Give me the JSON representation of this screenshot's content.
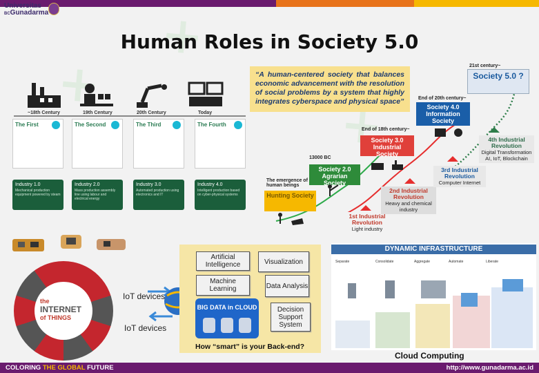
{
  "colors": {
    "purple": "#6a1b6e",
    "yellow": "#f6b800",
    "orange": "#e8731a",
    "teal_green": "#1b5e3b"
  },
  "logo": {
    "line1": "Universitas",
    "line2": "Gunadarma",
    "prefix": "BC"
  },
  "title": "Human Roles in Society 5.0",
  "quote": "“A human-centered society that balances economic advancement with the resolution of social problems by a system that highly integrates cyberspace and physical space”",
  "industrial_eras": [
    {
      "era": "~18th Century",
      "heading": "The First",
      "card": "Industry 1.0",
      "card_sub": "Mechanical production equipment powered by steam"
    },
    {
      "era": "19th Century",
      "heading": "The Second",
      "card": "Industry 2.0",
      "card_sub": "Mass production assembly line using labour and electrical energy"
    },
    {
      "era": "20th Century",
      "heading": "The Third",
      "card": "Industry 3.0",
      "card_sub": "Automated production using electronics and IT"
    },
    {
      "era": "Today",
      "heading": "The Fourth",
      "card": "Industry 4.0",
      "card_sub": "Intelligent production based on cyber-physical systems"
    }
  ],
  "societies": {
    "s1": "Hunting Society",
    "s2": "Society 2.0 Agrarian Society",
    "s3": "Society 3.0 Industrial Society",
    "s4": "Society 4.0 Information Society",
    "s5": "Society 5.0 ?"
  },
  "timeline": {
    "emergence": "The emergence of human beings",
    "bc": "13000 BC",
    "c18": "End of 18th century~",
    "c20": "End of 20th century~",
    "c21": "21st century~"
  },
  "revolutions": {
    "r1": {
      "title": "1st Industrial Revolution",
      "sub": "Light industry"
    },
    "r2": {
      "title": "2nd Industrial Revolution",
      "sub": "Heavy and chemical industry"
    },
    "r3": {
      "title": "3rd Industrial Revolution",
      "sub": "Computer Internet"
    },
    "r4": {
      "title": "4th Industrial Revolution",
      "sub": "Digital Transformation AI, IoT, Blockchain"
    }
  },
  "iot": {
    "line1": "the",
    "line2": "INTERNET",
    "line3": "of THINGS",
    "devices_label_1": "IoT devices",
    "devices_label_2": "IoT devices"
  },
  "bigdata": {
    "boxes": [
      "Artificial Intelligence",
      "Machine Learning",
      "Visualization",
      "Data Analysis",
      "Decision Support System"
    ],
    "cloud_label": "BIG DATA in CLOUD",
    "caption": "How “smart” is your Back-end?"
  },
  "infra": {
    "title": "DYNAMIC INFRASTRUCTURE",
    "columns": [
      "Separate",
      "Consolidate",
      "Aggregate",
      "Automate",
      "Liberate"
    ],
    "caption": "Cloud Computing"
  },
  "footer": {
    "left_a": "COLORING ",
    "left_b": "THE GLOBAL ",
    "left_c": "FUTURE",
    "right": "http://www.gunadarma.ac.id"
  }
}
